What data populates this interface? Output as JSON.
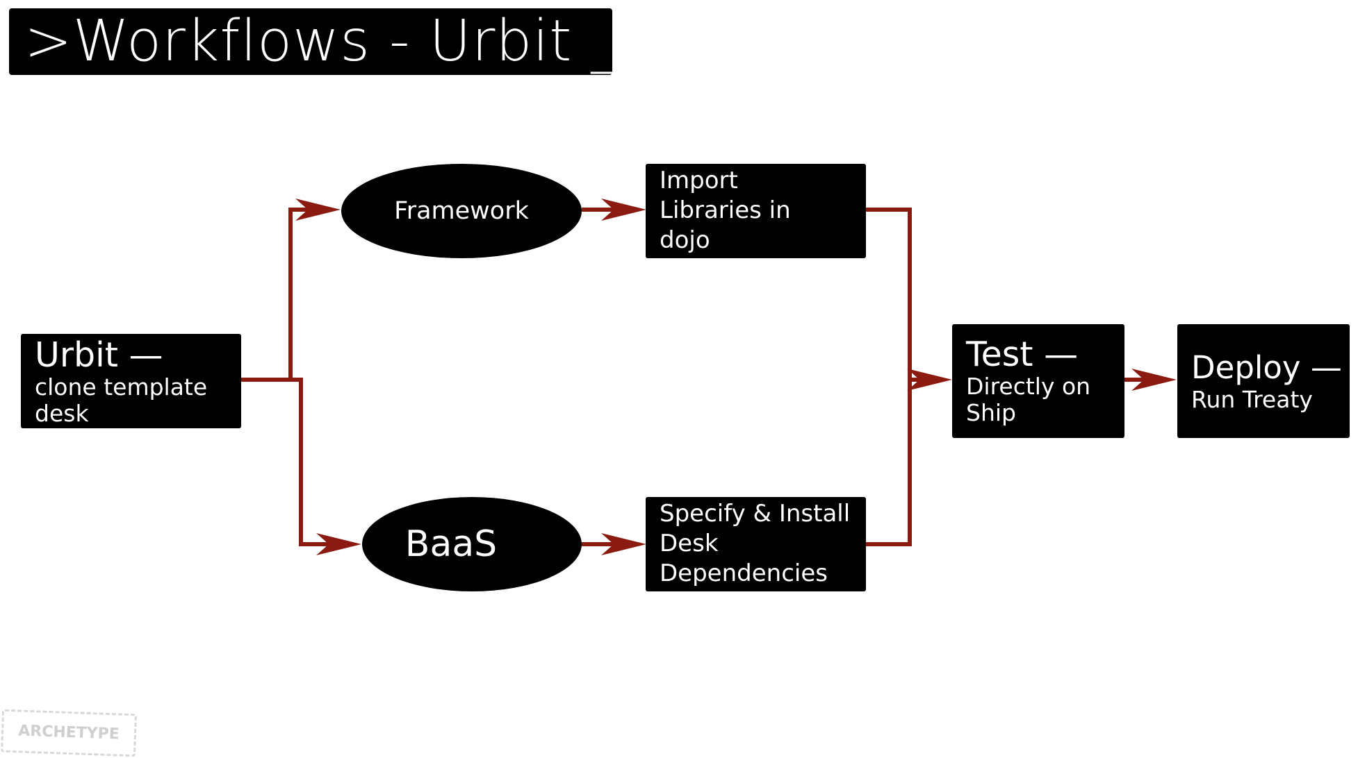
{
  "title": ">Workflows - Urbit _",
  "nodes": {
    "urbit": {
      "head": "Urbit  —",
      "body": "clone template desk"
    },
    "framework": {
      "label": "Framework"
    },
    "baas": {
      "label": "BaaS"
    },
    "import": {
      "label": "Import Libraries in dojo"
    },
    "specify": {
      "label": "Specify & Install Desk Dependencies"
    },
    "test": {
      "head": "Test —",
      "body": "Directly on Ship"
    },
    "deploy": {
      "head": "Deploy —",
      "body": "Run Treaty"
    }
  },
  "watermark": "ARCHETYPE",
  "colors": {
    "arrow": "#8b1a10",
    "node": "#000000",
    "text": "#ffffff"
  }
}
